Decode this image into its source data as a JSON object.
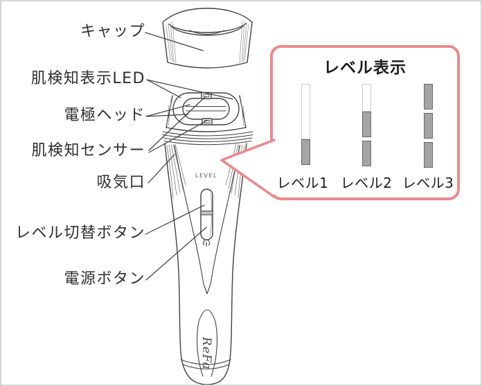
{
  "labels": {
    "cap": "キャップ",
    "led": "肌検知表示LED",
    "electrode_head": "電極ヘッド",
    "skin_sensor": "肌検知センサー",
    "air_intake": "吸気口",
    "level_switch_button": "レベル切替ボタン",
    "power_button": "電源ボタン"
  },
  "device": {
    "level_text": "LEVEL",
    "logo": "ReFa",
    "power_icon": "power-symbol"
  },
  "callout": {
    "title": "レベル表示",
    "border_color": "#e8898c",
    "segment_on_color": "#a5a5a5",
    "segment_off_color": "#ffffff",
    "levels": [
      {
        "label": "レベル1",
        "segments": [
          "off",
          "off",
          "on"
        ]
      },
      {
        "label": "レベル2",
        "segments": [
          "off",
          "on",
          "on"
        ]
      },
      {
        "label": "レベル3",
        "segments": [
          "on",
          "on",
          "on"
        ]
      }
    ]
  },
  "colors": {
    "line": "#3f3f3f",
    "page_border": "#d4d4d4",
    "label_text": "#2e2e2e"
  }
}
